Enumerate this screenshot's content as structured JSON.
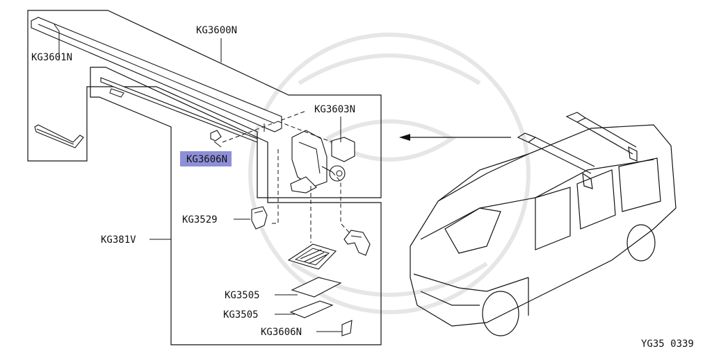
{
  "labels": {
    "rail": "KG3600N",
    "rail_cover": "KG3601N",
    "bracket": "KG3603N",
    "clip_highlighted": "KG3606N",
    "clip_bottom": "KG3606N",
    "pad_small": "KG3529",
    "kit": "KG381V",
    "seal_upper": "KG3505",
    "seal_lower": "KG3505"
  },
  "diagram_code": "YG35 0339",
  "highlight_color": "#8e8fd8"
}
